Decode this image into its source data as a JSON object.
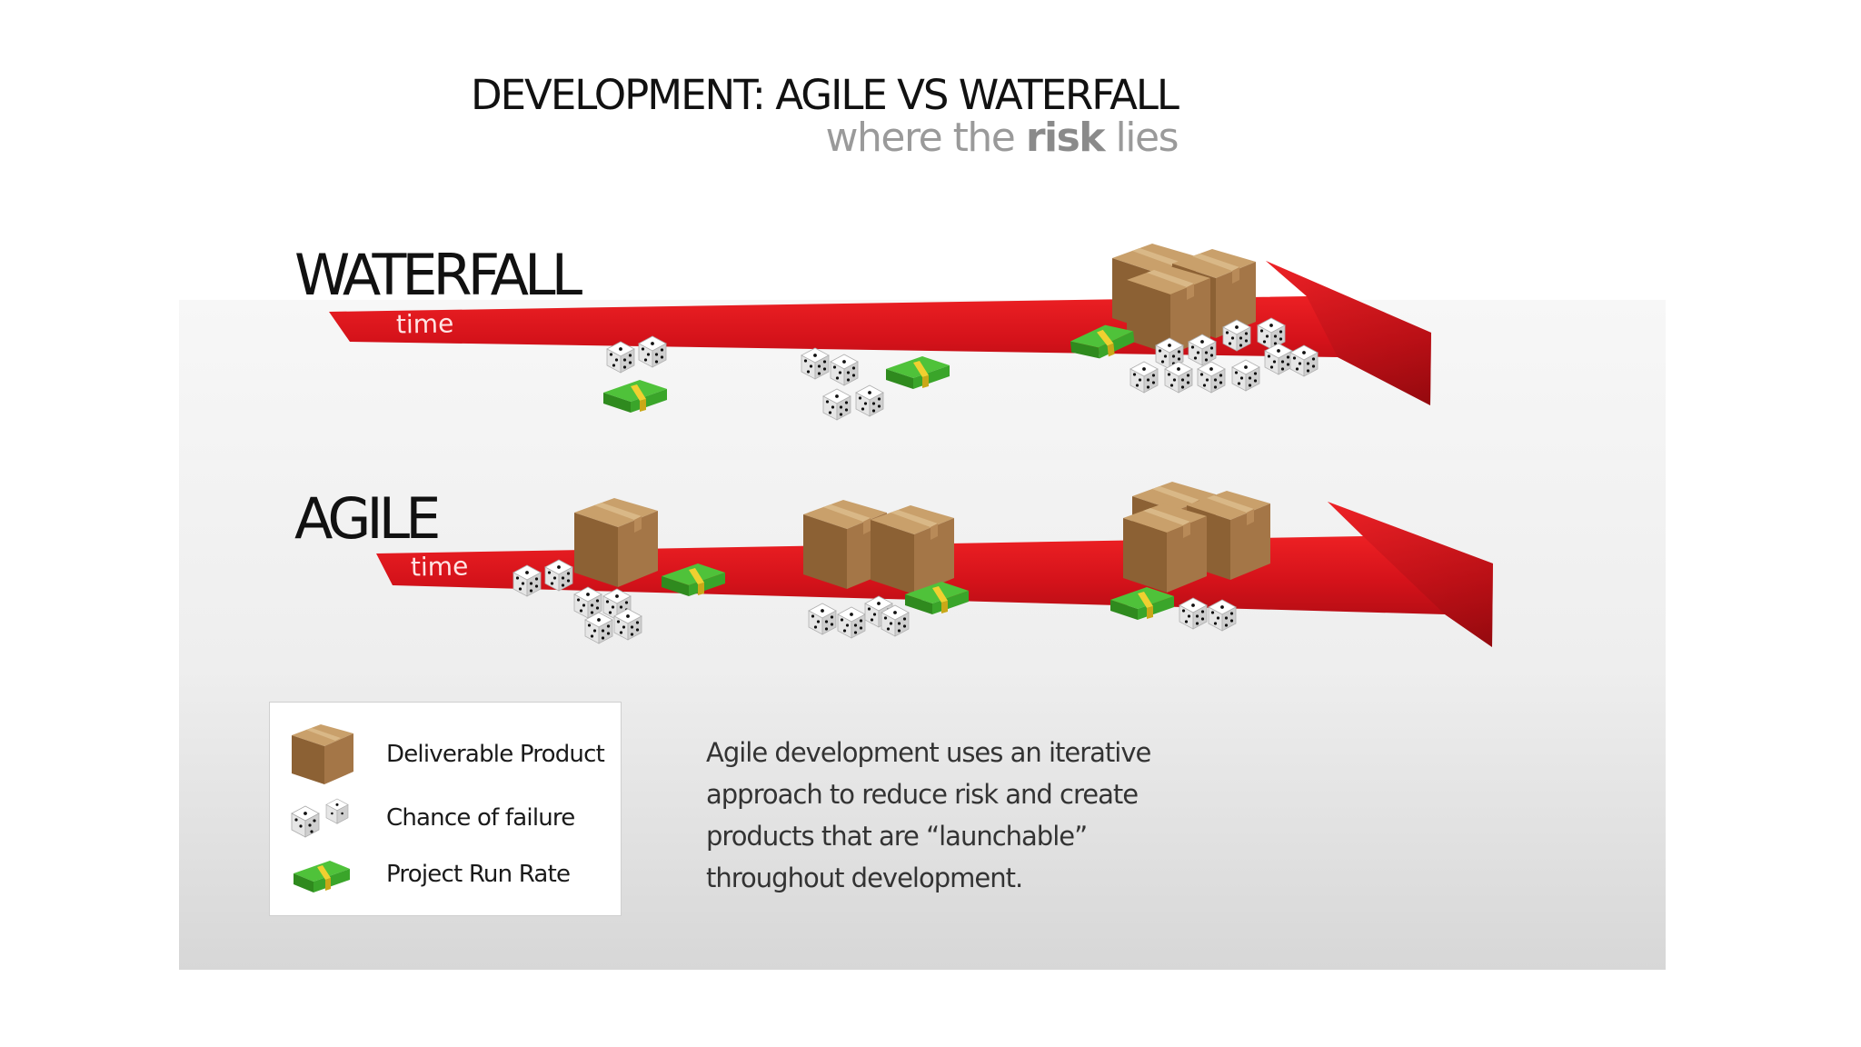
{
  "header": {
    "title": "DEVELOPMENT: AGILE VS WATERFALL",
    "subtitle_pre": "where the ",
    "subtitle_bold": "risk",
    "subtitle_post": " lies"
  },
  "rows": {
    "waterfall": {
      "label": "WATERFALL",
      "time_label": "time"
    },
    "agile": {
      "label": "AGILE",
      "time_label": "time"
    }
  },
  "legend": {
    "items": [
      {
        "icon": "box-icon",
        "label": "Deliverable Product"
      },
      {
        "icon": "dice-icon",
        "label": "Chance of failure"
      },
      {
        "icon": "cash-icon",
        "label": "Project Run Rate"
      }
    ]
  },
  "description": {
    "lines": [
      "Agile development uses an iterative",
      "approach to reduce risk and create",
      "products that are “launchable”",
      "throughout development."
    ]
  },
  "colors": {
    "arrow": "#d4121a",
    "box": "#a0764a",
    "cash": "#3fa62a",
    "band": "#e8c020"
  }
}
